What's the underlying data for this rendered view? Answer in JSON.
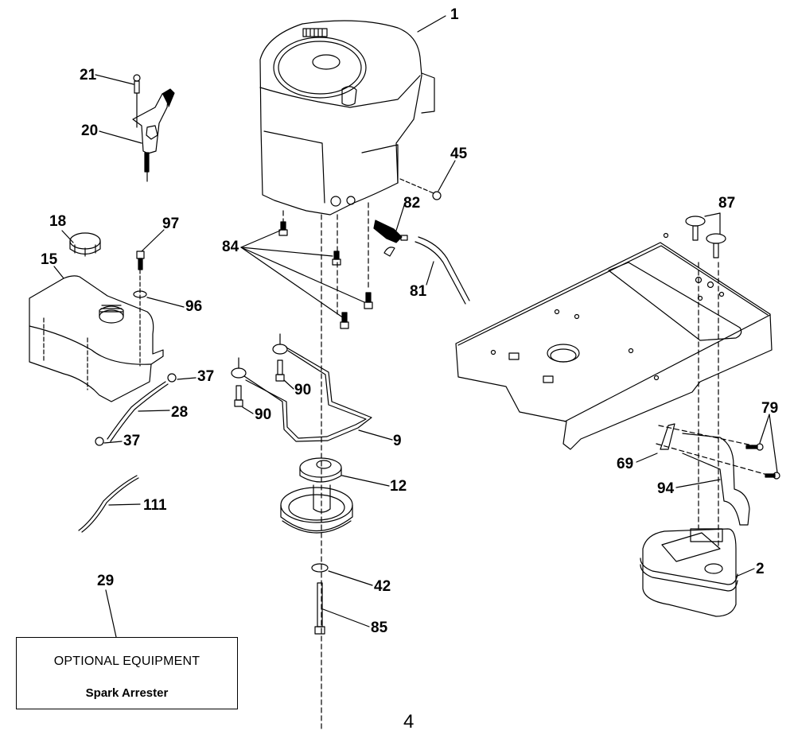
{
  "diagram": {
    "subject": "Engine parts exploded view",
    "page_number": "4",
    "colors": {
      "line": "#000000",
      "background": "#ffffff"
    },
    "callouts": {
      "c1": "1",
      "c2": "2",
      "c9": "9",
      "c12": "12",
      "c15": "15",
      "c18": "18",
      "c20": "20",
      "c21": "21",
      "c28": "28",
      "c29": "29",
      "c37a": "37",
      "c37b": "37",
      "c42": "42",
      "c45": "45",
      "c69": "69",
      "c79": "79",
      "c81": "81",
      "c82": "82",
      "c84": "84",
      "c85": "85",
      "c87": "87",
      "c90a": "90",
      "c90b": "90",
      "c94": "94",
      "c96": "96",
      "c97": "97",
      "c111": "111"
    },
    "optional_equipment": {
      "title": "OPTIONAL EQUIPMENT",
      "items": [
        "Spark Arrester"
      ]
    }
  }
}
